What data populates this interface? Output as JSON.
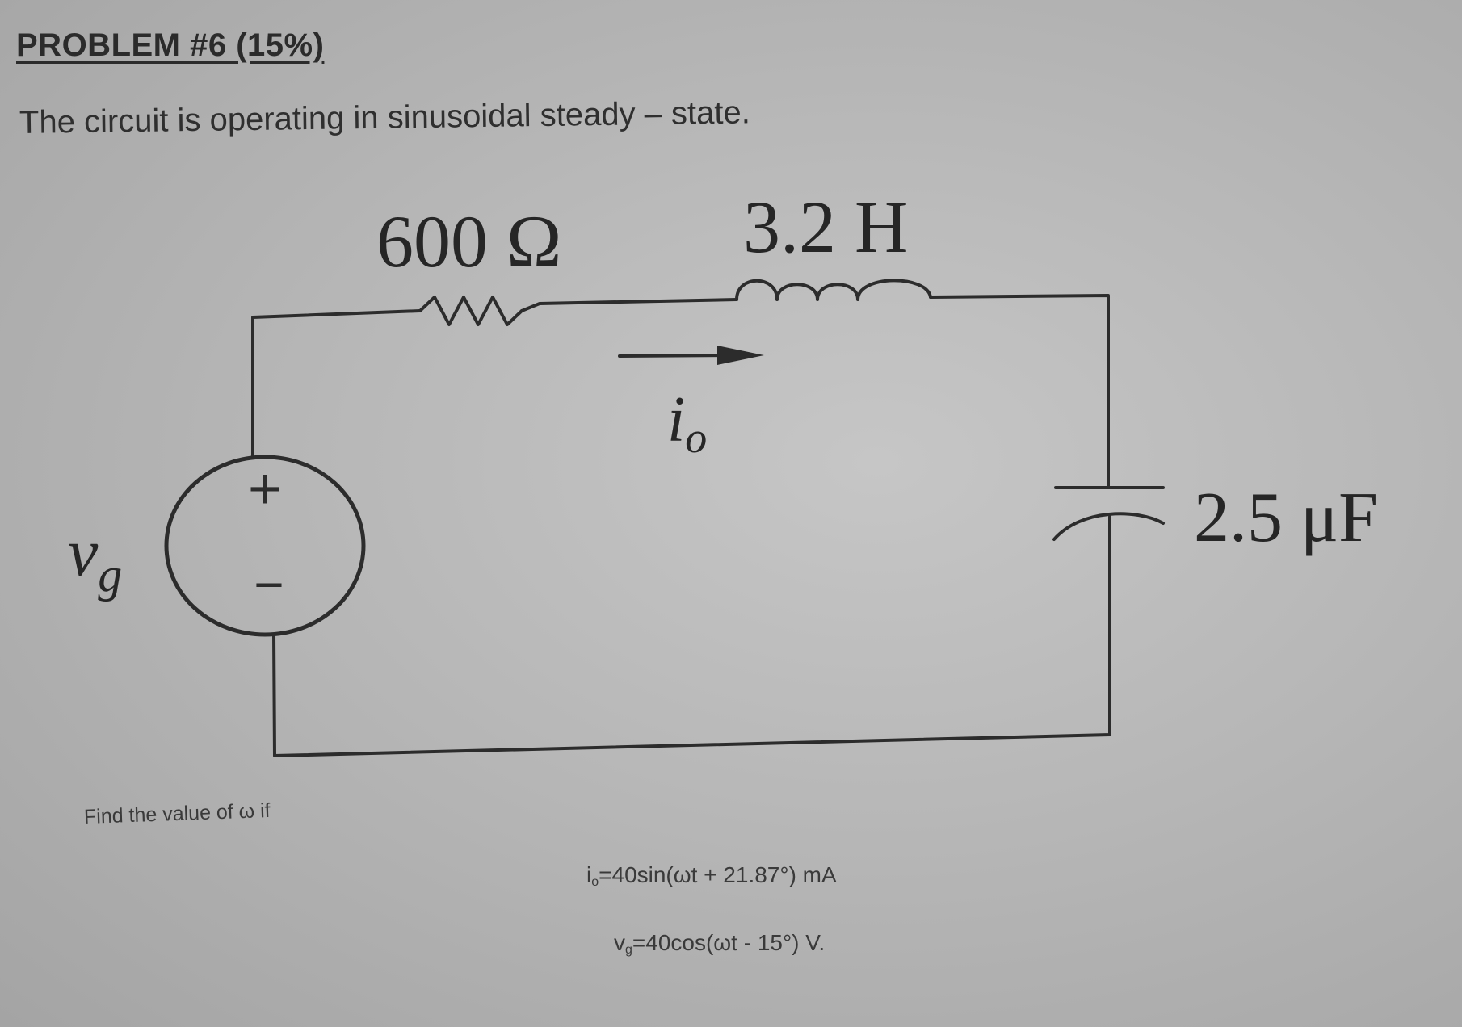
{
  "problem": {
    "heading": "PROBLEM  #6 (15%)",
    "statement": "The circuit is operating in sinusoidal steady – state."
  },
  "circuit": {
    "resistor_label": "600 Ω",
    "inductor_label": "3.2 H",
    "capacitor_label": "2.5 μF",
    "source_label": "v",
    "source_label_sub": "g",
    "current_label": "i",
    "current_label_sub": "o",
    "source_plus": "+",
    "source_minus": "−"
  },
  "question": {
    "prompt": "Find the value of ω if",
    "current_symbol": "i",
    "current_sub": "o",
    "current_expr": "=40sin(ωt + 21.87°) mA",
    "voltage_symbol": "v",
    "voltage_sub": "g",
    "voltage_expr": "=40cos(ωt - 15°) V."
  }
}
